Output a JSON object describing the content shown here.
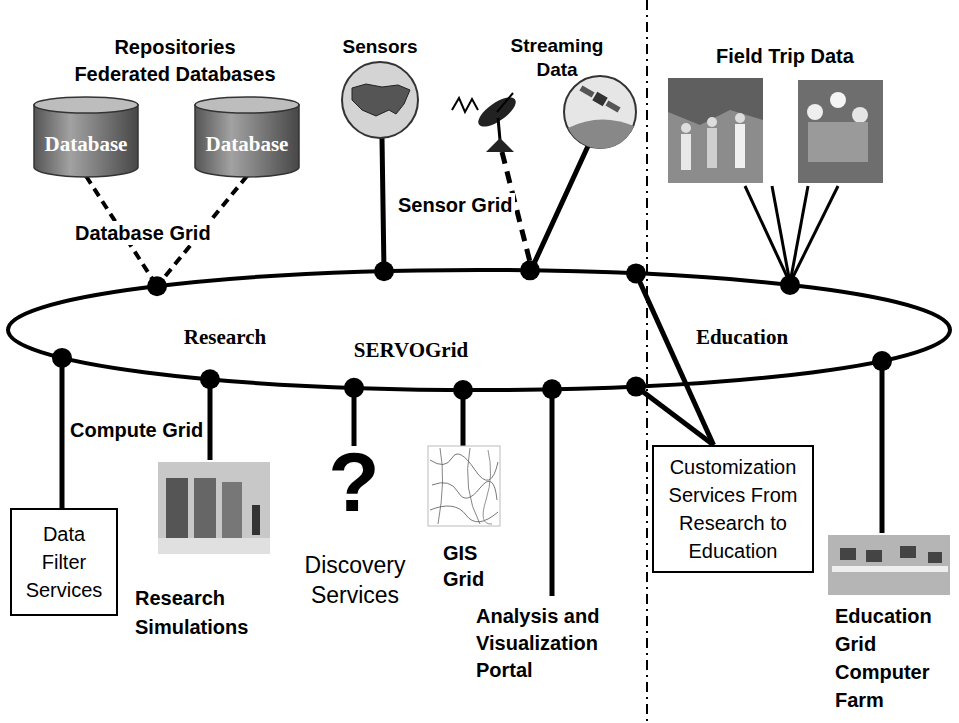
{
  "diagram": {
    "nodes": [
      {
        "text": [
          "Database"
        ]
      },
      {
        "text": [
          "Database"
        ]
      },
      {
        "text": [
          "Research",
          "SERVOGrid",
          "Education"
        ]
      },
      {
        "text": [
          "Data Filter Services"
        ]
      },
      {
        "text": [
          "Customization Services From Research to Education"
        ]
      }
    ],
    "edges": [
      {
        "from": 0,
        "to": 2,
        "arrow": "none"
      },
      {
        "from": 1,
        "to": 2,
        "arrow": "none"
      },
      {
        "from": 2,
        "to": 3,
        "arrow": "none"
      },
      {
        "from": 2,
        "to": 4,
        "arrow": "none"
      },
      {
        "from": 2,
        "to": 4,
        "arrow": "none"
      }
    ],
    "labels": [
      "Repositories Federated Databases",
      "Sensors",
      "Streaming Data",
      "Field Trip Data",
      "Database Grid",
      "Sensor Grid",
      "Compute Grid",
      "Research Simulations",
      "?",
      "Discovery Services",
      "GIS Grid",
      "Analysis and Visualization Portal",
      "Education Grid Computer Farm"
    ]
  }
}
